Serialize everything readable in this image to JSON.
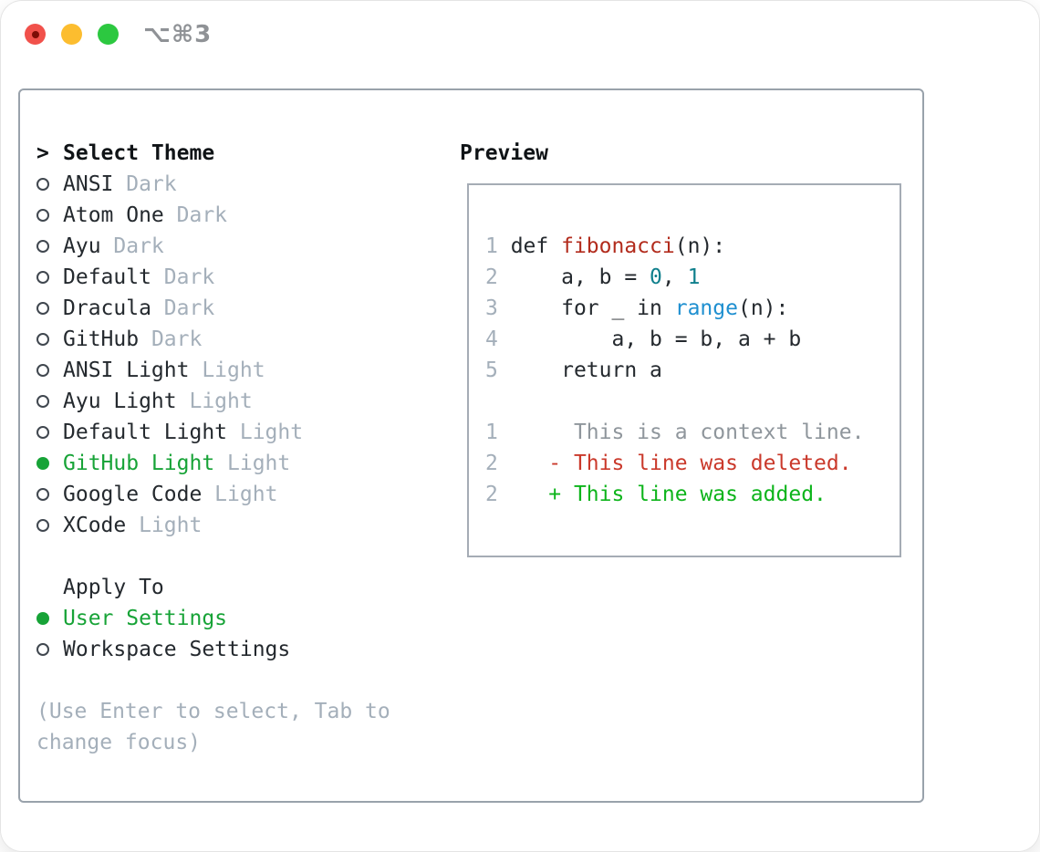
{
  "window": {
    "shortcut": "⌥⌘3",
    "controls": [
      "close",
      "minimize",
      "zoom"
    ]
  },
  "theme_picker": {
    "title_prefix": ">",
    "title": "Select Theme",
    "items": [
      {
        "name": "ANSI",
        "variant": "Dark",
        "selected": false
      },
      {
        "name": "Atom One",
        "variant": "Dark",
        "selected": false
      },
      {
        "name": "Ayu",
        "variant": "Dark",
        "selected": false
      },
      {
        "name": "Default",
        "variant": "Dark",
        "selected": false
      },
      {
        "name": "Dracula",
        "variant": "Dark",
        "selected": false
      },
      {
        "name": "GitHub",
        "variant": "Dark",
        "selected": false
      },
      {
        "name": "ANSI Light",
        "variant": "Light",
        "selected": false
      },
      {
        "name": "Ayu Light",
        "variant": "Light",
        "selected": false
      },
      {
        "name": "Default Light",
        "variant": "Light",
        "selected": false
      },
      {
        "name": "GitHub Light",
        "variant": "Light",
        "selected": true
      },
      {
        "name": "Google Code",
        "variant": "Light",
        "selected": false
      },
      {
        "name": "XCode",
        "variant": "Light",
        "selected": false
      }
    ]
  },
  "apply_to": {
    "title": "Apply To",
    "options": [
      {
        "label": "User Settings",
        "selected": true
      },
      {
        "label": "Workspace Settings",
        "selected": false
      }
    ]
  },
  "help_text": "(Use Enter to select, Tab to change focus)",
  "preview": {
    "title": "Preview",
    "lines": [
      {
        "num": "1",
        "tokens": [
          {
            "t": "def ",
            "c": "plain"
          },
          {
            "t": "fibonacci",
            "c": "func"
          },
          {
            "t": "(n):",
            "c": "plain"
          }
        ]
      },
      {
        "num": "2",
        "tokens": [
          {
            "t": "    a, b = ",
            "c": "plain"
          },
          {
            "t": "0",
            "c": "num"
          },
          {
            "t": ", ",
            "c": "plain"
          },
          {
            "t": "1",
            "c": "num"
          }
        ]
      },
      {
        "num": "3",
        "tokens": [
          {
            "t": "    for _ in ",
            "c": "plain"
          },
          {
            "t": "range",
            "c": "builtin"
          },
          {
            "t": "(n):",
            "c": "plain"
          }
        ]
      },
      {
        "num": "4",
        "tokens": [
          {
            "t": "        a, b = b, a + b",
            "c": "plain"
          }
        ]
      },
      {
        "num": "5",
        "tokens": [
          {
            "t": "    return a",
            "c": "plain"
          }
        ]
      },
      {
        "num": "",
        "tokens": []
      },
      {
        "num": "1",
        "tokens": [
          {
            "t": "     This is a context line.",
            "c": "context"
          }
        ]
      },
      {
        "num": "2",
        "tokens": [
          {
            "t": "   - This line was deleted.",
            "c": "deleted"
          }
        ]
      },
      {
        "num": "2",
        "tokens": [
          {
            "t": "   + This line was added.",
            "c": "added"
          }
        ]
      }
    ]
  },
  "colors": {
    "selection_green": "#17a337",
    "added_green": "#0db41b",
    "deleted_red": "#ca392b",
    "function_red": "#b22b1c",
    "number_teal": "#0f7f8c",
    "builtin_blue": "#1e8fd0",
    "muted_gray": "#a4afba",
    "text_dark": "#24292e",
    "traffic_red": "#f1514b",
    "traffic_yellow": "#fcbd2f",
    "traffic_green": "#2cc840"
  }
}
